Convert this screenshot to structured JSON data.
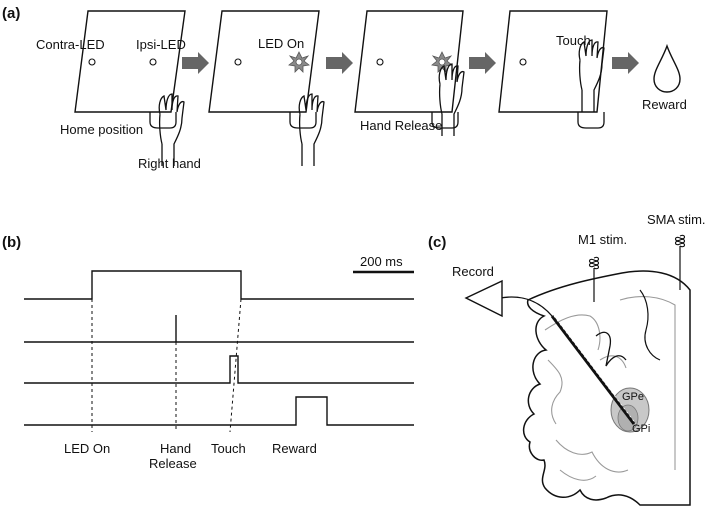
{
  "panel_a": {
    "label": "(a)",
    "contra_led": "Contra-LED",
    "ipsi_led": "Ipsi-LED",
    "home_position": "Home position",
    "right_hand": "Right hand",
    "led_on": "LED On",
    "hand_release": "Hand Release",
    "touch": "Touch",
    "reward": "Reward"
  },
  "panel_b": {
    "label": "(b)",
    "scale_bar": "200 ms",
    "events": {
      "led_on": "LED On",
      "hand_release_1": "Hand",
      "hand_release_2": "Release",
      "touch": "Touch",
      "reward": "Reward"
    }
  },
  "panel_c": {
    "label": "(c)",
    "record": "Record",
    "m1_stim": "M1 stim.",
    "sma_stim": "SMA stim.",
    "gpe": "GPe",
    "gpi": "GPi"
  },
  "colors": {
    "line": "#111111",
    "arrow": "#666666",
    "led_fill": "#8a8a8a",
    "gp_fill": "#c8c8c8",
    "gray_outline": "#9a9a9a"
  }
}
